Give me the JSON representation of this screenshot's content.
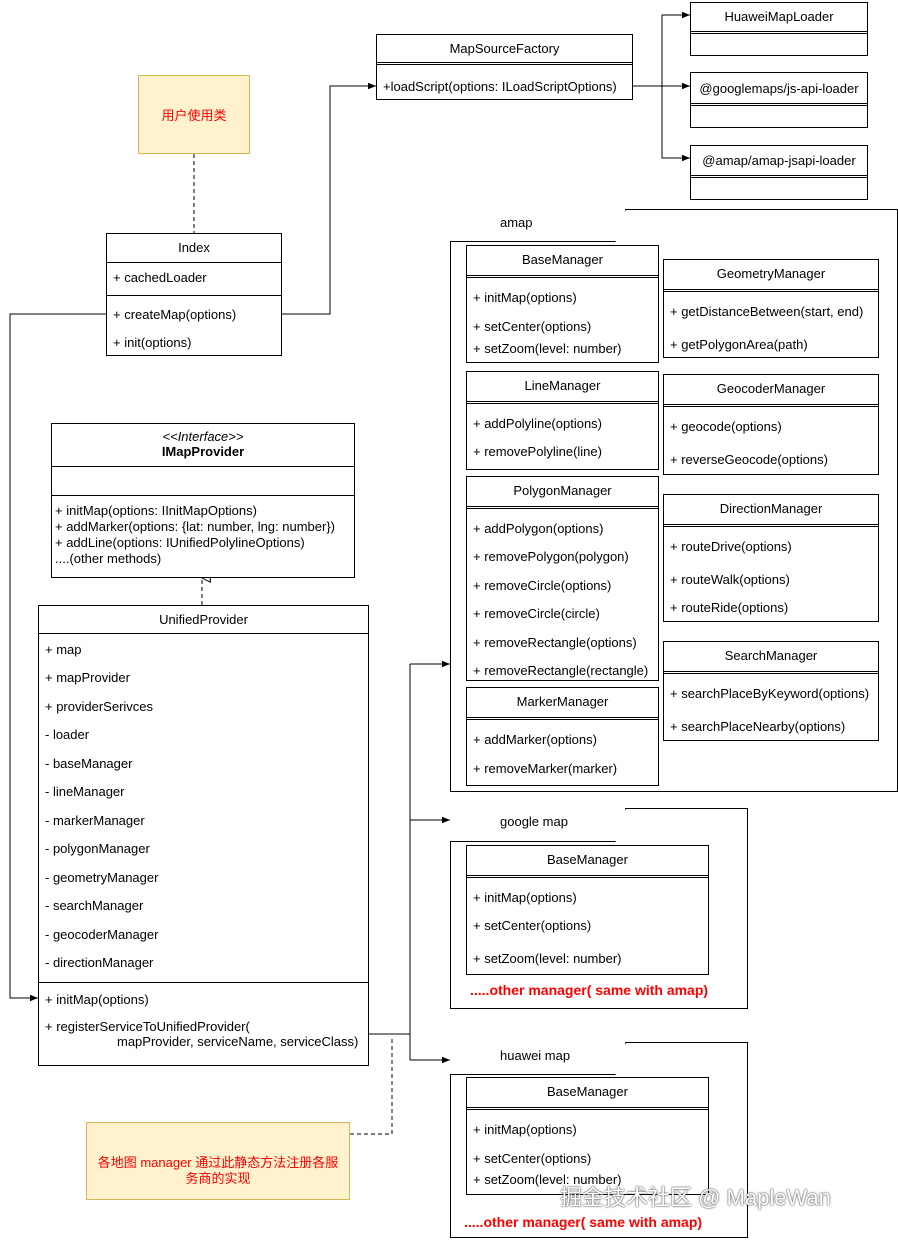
{
  "notes": {
    "user_class": "用户使用类",
    "manager_register": "各地图 manager 通过此静态方法注册各服务商的实现"
  },
  "factory": {
    "title": "MapSourceFactory",
    "method": "+loadScript(options: ILoadScriptOptions)"
  },
  "loaders": [
    "HuaweiMapLoader",
    "@googlemaps/js-api-loader",
    "@amap/amap-jsapi-loader"
  ],
  "index": {
    "title": "Index",
    "attribute": "+ cachedLoader",
    "methods": [
      "+ createMap(options)",
      "+ init(options)"
    ]
  },
  "interface": {
    "stereotype": "<<Interface>>",
    "title": "IMapProvider",
    "methods": [
      "+ initMap(options: IInitMapOptions)",
      "+ addMarker(options: {lat: number, lng: number})",
      "+ addLine(options: IUnifiedPolylineOptions)",
      "....(other methods)"
    ]
  },
  "unified": {
    "title": "UnifiedProvider",
    "attributes": [
      "+ map",
      "+ mapProvider",
      "+ providerSerivces",
      "- loader",
      "- baseManager",
      "- lineManager",
      "- markerManager",
      "- polygonManager",
      "- geometryManager",
      "- searchManager",
      "- geocoderManager",
      "- directionManager"
    ],
    "methods": [
      "+ initMap(options)",
      "+ registerServiceToUnifiedProvider(",
      "mapProvider, serviceName, serviceClass)"
    ]
  },
  "amap": {
    "label": "amap",
    "base": {
      "title": "BaseManager",
      "methods": [
        "+ initMap(options)",
        "+ setCenter(options)",
        "+ setZoom(level: number)"
      ]
    },
    "line": {
      "title": "LineManager",
      "methods": [
        "+ addPolyline(options)",
        "+ removePolyline(line)"
      ]
    },
    "polygon": {
      "title": "PolygonManager",
      "methods": [
        "+ addPolygon(options)",
        "+ removePolygon(polygon)",
        "+ removeCircle(options)",
        "+ removeCircle(circle)",
        "+ removeRectangle(options)",
        "+ removeRectangle(rectangle)"
      ]
    },
    "marker": {
      "title": "MarkerManager",
      "methods": [
        "+ addMarker(options)",
        "+ removeMarker(marker)"
      ]
    },
    "geometry": {
      "title": "GeometryManager",
      "methods": [
        "+ getDistanceBetween(start, end)",
        "+ getPolygonArea(path)"
      ]
    },
    "geocoder": {
      "title": "GeocoderManager",
      "methods": [
        "+ geocode(options)",
        "+ reverseGeocode(options)"
      ]
    },
    "direction": {
      "title": "DirectionManager",
      "methods": [
        "+ routeDrive(options)",
        "+ routeWalk(options)",
        "+ routeRide(options)"
      ]
    },
    "search": {
      "title": "SearchManager",
      "methods": [
        "+ searchPlaceByKeyword(options)",
        "+ searchPlaceNearby(options)"
      ]
    }
  },
  "google": {
    "label": "google map",
    "base": {
      "title": "BaseManager",
      "methods": [
        "+ initMap(options)",
        "+ setCenter(options)",
        "+ setZoom(level: number)"
      ]
    },
    "other": ".....other manager( same with amap)"
  },
  "huawei": {
    "label": "huawei map",
    "base": {
      "title": "BaseManager",
      "methods": [
        "+ initMap(options)",
        "+ setCenter(options)",
        "+ setZoom(level: number)"
      ]
    },
    "other": ".....other manager( same with amap)"
  },
  "watermark": "掘金技术社区 @ MapleWan"
}
